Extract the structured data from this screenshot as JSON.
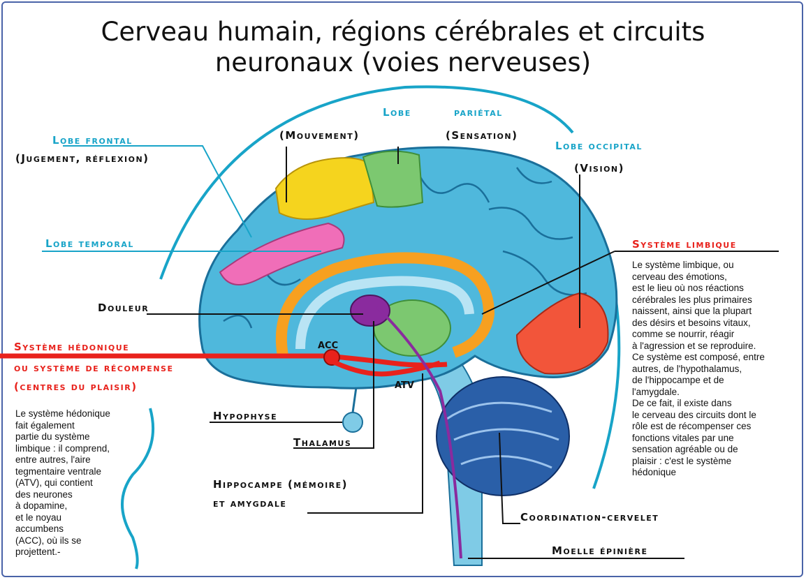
{
  "title": {
    "line1": "Cerveau humain, régions cérébrales et circuits",
    "line2": "neuronaux (voies nerveuses)"
  },
  "labels": {
    "lobe": "Lobe",
    "parietal": "pariétal",
    "mouvement": "(Mouvement)",
    "sensation": "(Sensation)",
    "lobe_frontal": "Lobe frontal",
    "jugement": "(Jugement, réflexion)",
    "lobe_occipital": "Lobe occipital",
    "vision": "(Vision)",
    "lobe_temporal": "Lobe temporal",
    "douleur": "Douleur",
    "hedonique_1": "Système hédonique",
    "hedonique_2": "ou système de récompense",
    "hedonique_3": "(centres du plaisir)",
    "acc": "ACC",
    "atv": "ATV",
    "hypophyse": "Hypophyse",
    "thalamus": "Thalamus",
    "hippocampe_1": "Hippocampe (mémoire)",
    "hippocampe_2": "et amygdale",
    "limbique": "Système limbique",
    "cervelet": "Coordination-cervelet",
    "moelle": "Moelle épinière"
  },
  "text_left": "Le système hédonique\nfait également\npartie du système\nlimbique : il comprend,\nentre autres, l'aire\ntegmentaire ventrale\n(ATV), qui contient\ndes neurones\nà dopamine,\net le noyau\naccumbens\n(ACC), où ils se\nprojettent.-",
  "text_right": "Le système limbique, ou\ncerveau des émotions,\nest le lieu où nos réactions\ncérébrales les plus primaires\nnaissent, ainsi que la plupart\ndes désirs et besoins vitaux,\ncomme se nourrir, réagir\nà l'agression et se reproduire.\nCe système est composé, entre\nautres, de l'hypothalamus,\nde l'hippocampe et de\nl'amygdale.\nDe ce fait, il existe dans\nle cerveau des circuits dont le\nrôle est de récompenser ces\nfonctions vitales par une\nsensation agréable ou de\nplaisir : c'est le système\nhédonique",
  "colors": {
    "cortex_blue": "#4fb8dc",
    "frontal_yellow": "#f5d41e",
    "parietal_green": "#7cc870",
    "temporal_pink": "#f06eb8",
    "occipital_red": "#f2553a",
    "limbic_orange": "#f7a020",
    "pathway_red": "#e8221c",
    "thalamus_purple": "#8a2b9e",
    "cerebellum_blue": "#1f4f9a",
    "label_blue": "#18a4c8",
    "label_red": "#e8221c"
  }
}
